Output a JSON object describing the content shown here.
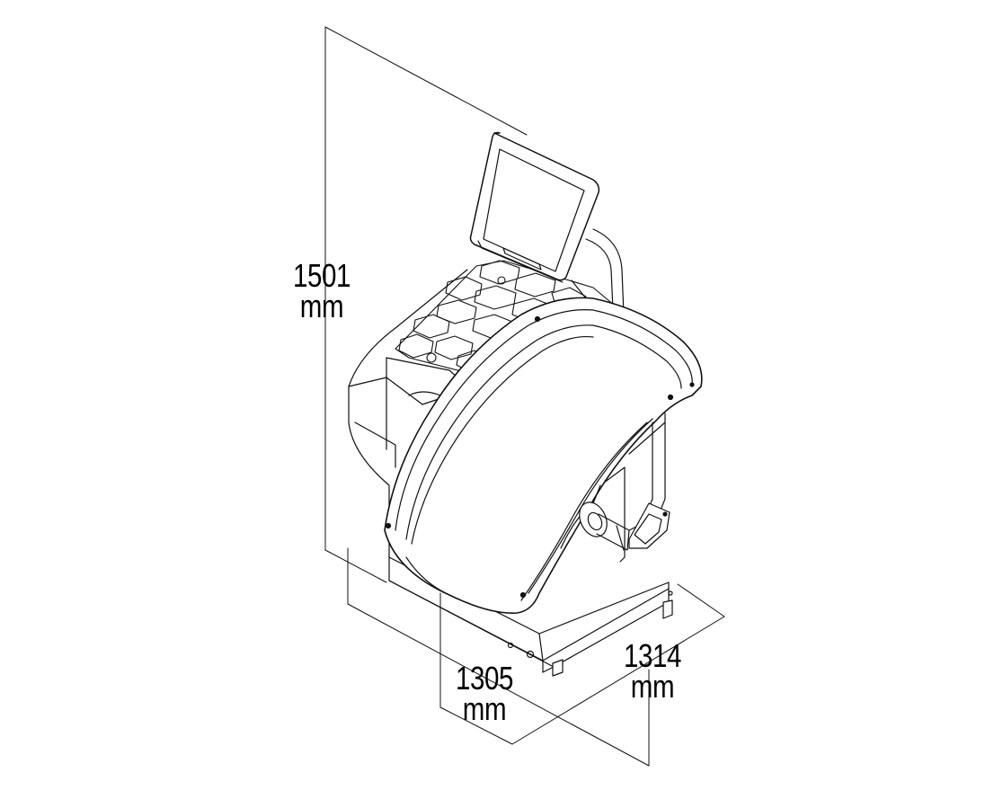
{
  "colors": {
    "ink": "#111111",
    "paper": "#ffffff",
    "shade": "#e9e9e9"
  },
  "dimensions": {
    "height": {
      "value": "1501",
      "unit": "mm"
    },
    "depth": {
      "value": "1305",
      "unit": "mm"
    },
    "width": {
      "value": "1314",
      "unit": "mm"
    }
  }
}
